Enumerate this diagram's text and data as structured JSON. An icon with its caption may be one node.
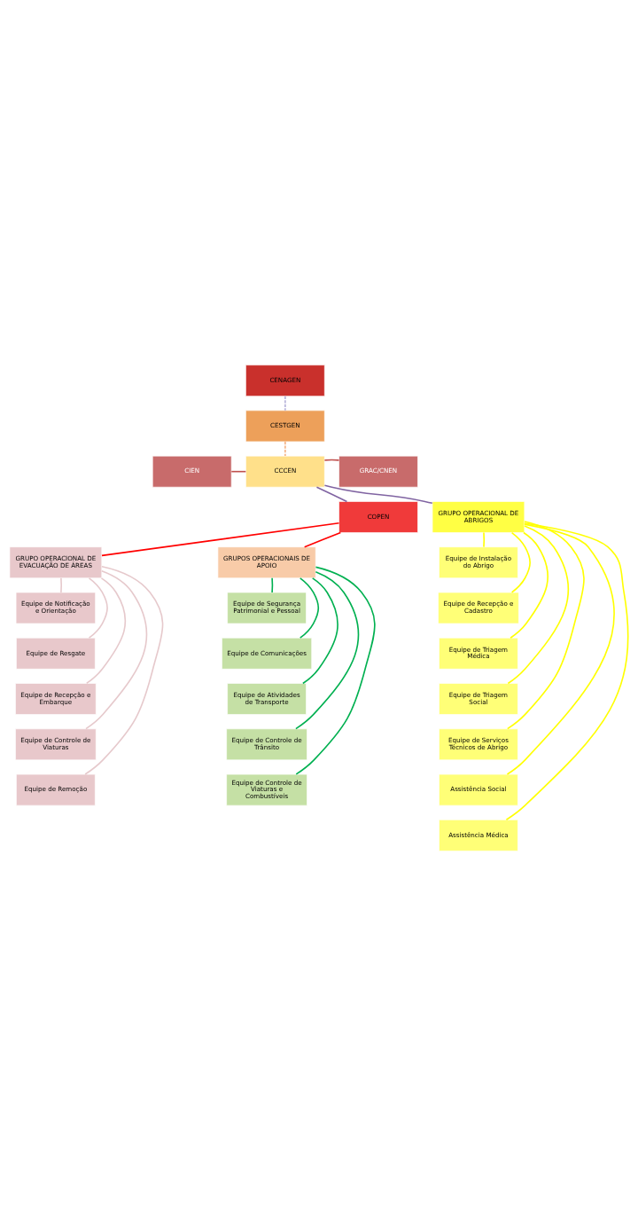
{
  "diagram": {
    "nodes": [
      {
        "text": [
          "CENAGEN"
        ]
      },
      {
        "text": [
          "CESTGEN"
        ]
      },
      {
        "text": [
          "CIEN"
        ]
      },
      {
        "text": [
          "CCCEN"
        ]
      },
      {
        "text": [
          "GRAC/CNEN"
        ]
      },
      {
        "text": [
          "COPEN"
        ]
      },
      {
        "text": [
          "GRUPO OPERACIONAL DE ABRIGOS"
        ]
      },
      {
        "text": [
          "GRUPO OPERACIONAL DE EVACUAÇÃO DE ÁREAS"
        ]
      },
      {
        "text": [
          "GRUPOS OPERACIONAIS DE APOIO"
        ]
      },
      {
        "text": [
          "Equipe de Notificação e Orientação"
        ]
      },
      {
        "text": [
          "Equipe de Resgate"
        ]
      },
      {
        "text": [
          "Equipe de Recepção e Embarque"
        ]
      },
      {
        "text": [
          "Equipe de Controle de Viaturas"
        ]
      },
      {
        "text": [
          "Equipe de Remoção"
        ]
      },
      {
        "text": [
          "Equipe de Segurança Patrimonial e Pessoal"
        ]
      },
      {
        "text": [
          "Equipe de Comunicações"
        ]
      },
      {
        "text": [
          "Equipe de Atividades de Transporte"
        ]
      },
      {
        "text": [
          "Equipe de Controle de Trânsito"
        ]
      },
      {
        "text": [
          "Equipe de Controle de Viaturas e Combustíveis"
        ]
      },
      {
        "text": [
          "Equipe de Instalação do Abrigo"
        ]
      },
      {
        "text": [
          "Equipe de Recepção e Cadastro"
        ]
      },
      {
        "text": [
          "Equipe de Triagem Médica"
        ]
      },
      {
        "text": [
          "Equipe de Triagem Social"
        ]
      },
      {
        "text": [
          "Equipe de Serviços Técnicos de Abrigo"
        ]
      },
      {
        "text": [
          "Assistência Social"
        ]
      },
      {
        "text": [
          "Assistência Médica"
        ]
      }
    ],
    "edges": [
      {
        "from": 0,
        "to": 1,
        "arrow": "none",
        "style": "dashed",
        "color": "#b4b0d8"
      },
      {
        "from": 1,
        "to": 3,
        "arrow": "none",
        "style": "dashed",
        "color": "#f4b183"
      },
      {
        "from": 2,
        "to": 3,
        "arrow": "none",
        "color": "#c0504d"
      },
      {
        "from": 3,
        "to": 4,
        "arrow": "none",
        "color": "#c0504d"
      },
      {
        "from": 3,
        "to": 5,
        "arrow": "none",
        "color": "#8064a2"
      },
      {
        "from": 3,
        "to": 6,
        "arrow": "none",
        "color": "#8064a2"
      },
      {
        "from": 5,
        "to": 7,
        "arrow": "none",
        "color": "#ff0000"
      },
      {
        "from": 5,
        "to": 8,
        "arrow": "none",
        "color": "#ff0000"
      },
      {
        "from": 7,
        "to": 9,
        "arrow": "none",
        "color": "#e6c9cc"
      },
      {
        "from": 7,
        "to": 10,
        "arrow": "none",
        "color": "#e6c9cc"
      },
      {
        "from": 7,
        "to": 11,
        "arrow": "none",
        "color": "#e6c9cc"
      },
      {
        "from": 7,
        "to": 12,
        "arrow": "none",
        "color": "#e6c9cc"
      },
      {
        "from": 7,
        "to": 13,
        "arrow": "none",
        "color": "#e6c9cc"
      },
      {
        "from": 8,
        "to": 14,
        "arrow": "none",
        "color": "#00b050"
      },
      {
        "from": 8,
        "to": 15,
        "arrow": "none",
        "color": "#00b050"
      },
      {
        "from": 8,
        "to": 16,
        "arrow": "none",
        "color": "#00b050"
      },
      {
        "from": 8,
        "to": 17,
        "arrow": "none",
        "color": "#00b050"
      },
      {
        "from": 8,
        "to": 18,
        "arrow": "none",
        "color": "#00b050"
      },
      {
        "from": 6,
        "to": 19,
        "arrow": "none",
        "color": "#ffff00"
      },
      {
        "from": 6,
        "to": 20,
        "arrow": "none",
        "color": "#ffff00"
      },
      {
        "from": 6,
        "to": 21,
        "arrow": "none",
        "color": "#ffff00"
      },
      {
        "from": 6,
        "to": 22,
        "arrow": "none",
        "color": "#ffff00"
      },
      {
        "from": 6,
        "to": 23,
        "arrow": "none",
        "color": "#ffff00"
      },
      {
        "from": 6,
        "to": 24,
        "arrow": "none",
        "color": "#ffff00"
      },
      {
        "from": 6,
        "to": 25,
        "arrow": "none",
        "color": "#ffff00"
      }
    ]
  }
}
